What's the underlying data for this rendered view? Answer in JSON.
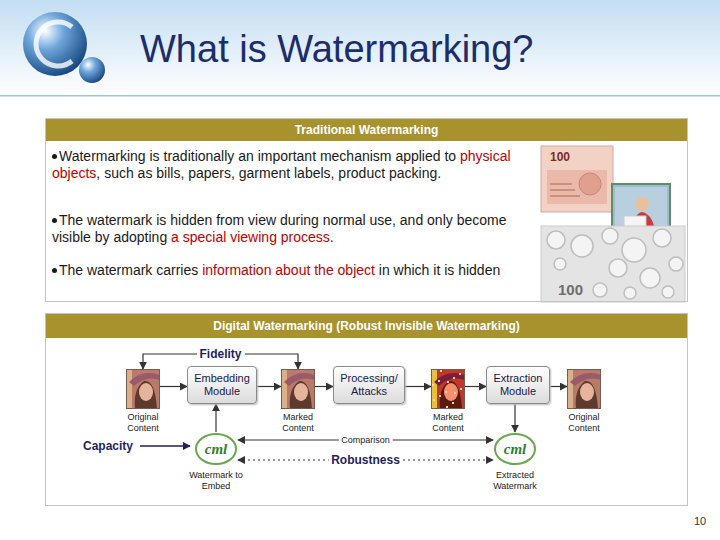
{
  "diagram": {
    "title": "What is Watermarking?",
    "nodes": [
      {
        "text": [
          "Traditional Watermarking",
          "Watermarking is traditionally an important mechanism applied to physical objects, such as bills, papers, garment labels, product packing.",
          "The watermark is hidden from view during normal use, and only become visible by adopting a special viewing process.",
          "The watermark carries information about the object in which it is hidden"
        ]
      },
      {
        "text": [
          "Digital Watermarking (Robust Invisible Watermarking)"
        ]
      },
      {
        "text": [
          "Original Content"
        ],
        "in": 1
      },
      {
        "text": [
          "Embedding Module"
        ],
        "in": 1
      },
      {
        "text": [
          "Marked Content"
        ],
        "in": 1
      },
      {
        "text": [
          "Processing/ Attacks"
        ],
        "in": 1
      },
      {
        "text": [
          "Marked Content"
        ],
        "in": 1
      },
      {
        "text": [
          "Extraction Module"
        ],
        "in": 1
      },
      {
        "text": [
          "Original Content"
        ],
        "in": 1
      },
      {
        "text": [
          "cml",
          "Watermark to Embed"
        ],
        "in": 1
      },
      {
        "text": [
          "cml",
          "Extracted Watermark"
        ],
        "in": 1
      }
    ],
    "edges": [
      {
        "from": 2,
        "to": 3,
        "arrow": "to"
      },
      {
        "from": 9,
        "to": 3,
        "arrow": "to"
      },
      {
        "from": 3,
        "to": 4,
        "arrow": "to"
      },
      {
        "from": 4,
        "to": 5,
        "arrow": "to"
      },
      {
        "from": 5,
        "to": 6,
        "arrow": "to"
      },
      {
        "from": 6,
        "to": 7,
        "arrow": "to"
      },
      {
        "from": 7,
        "to": 8,
        "arrow": "to"
      },
      {
        "from": 7,
        "to": 10,
        "arrow": "to"
      },
      {
        "from": 2,
        "to": 4,
        "label": "Fidelity",
        "arrow": "both"
      },
      {
        "from": 9,
        "to": 10,
        "label": "Comparison",
        "arrow": "both"
      },
      {
        "from": 9,
        "to": 10,
        "label": "Robustness",
        "arrow": "both"
      }
    ],
    "labels": [
      "100",
      "100",
      "Capacity",
      "10"
    ]
  }
}
